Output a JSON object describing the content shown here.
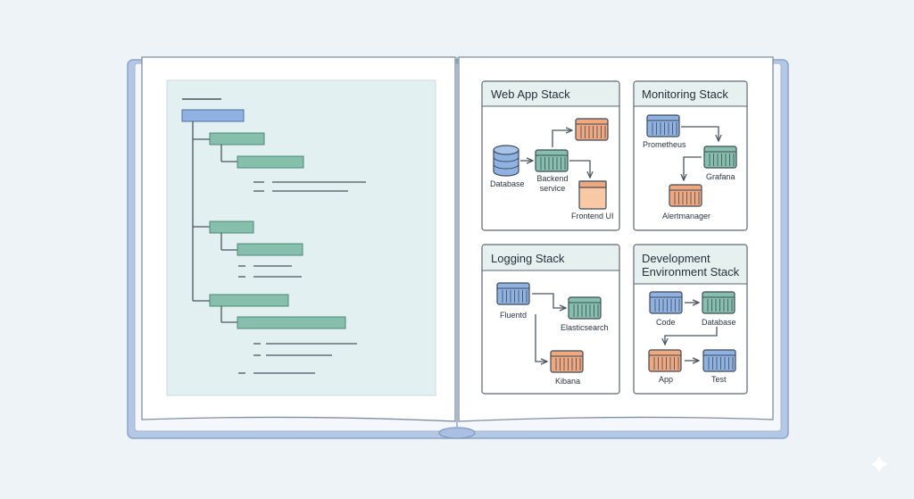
{
  "colors": {
    "background": "#eef3f8",
    "cover": "#b4c8e6",
    "page": "#ffffff",
    "outline_panel": "#e3f0f1",
    "card_header": "#e6f1ef",
    "blue_node": "#8fb2e3",
    "green_node": "#86bfac",
    "orange_node": "#f0a881",
    "line": "#4a5560"
  },
  "outline": {
    "description": "nested outline of bars on the left page",
    "levels": [
      0,
      1,
      2,
      3,
      1,
      2,
      3,
      1,
      2,
      3
    ]
  },
  "cards": {
    "web_app": {
      "title": "Web App Stack",
      "labels": {
        "database": "Database",
        "backend_line1": "Backend",
        "backend_line2": "service",
        "frontend": "Frontend UI"
      }
    },
    "monitoring": {
      "title": "Monitoring Stack",
      "labels": {
        "prometheus": "Prometheus",
        "grafana": "Grafana",
        "alertmanager": "Alertmanager"
      }
    },
    "logging": {
      "title": "Logging Stack",
      "labels": {
        "fluentd": "Fluentd",
        "elasticsearch": "Elasticsearch",
        "kibana": "Kibana"
      }
    },
    "development": {
      "title_line1": "Development",
      "title_line2": "Environment Stack",
      "labels": {
        "code": "Code",
        "database": "Database",
        "app": "App",
        "test": "Test"
      }
    }
  },
  "icons": [
    "database-icon",
    "container-icon",
    "browser-window-icon",
    "arrow-icon",
    "sparkle-icon"
  ]
}
